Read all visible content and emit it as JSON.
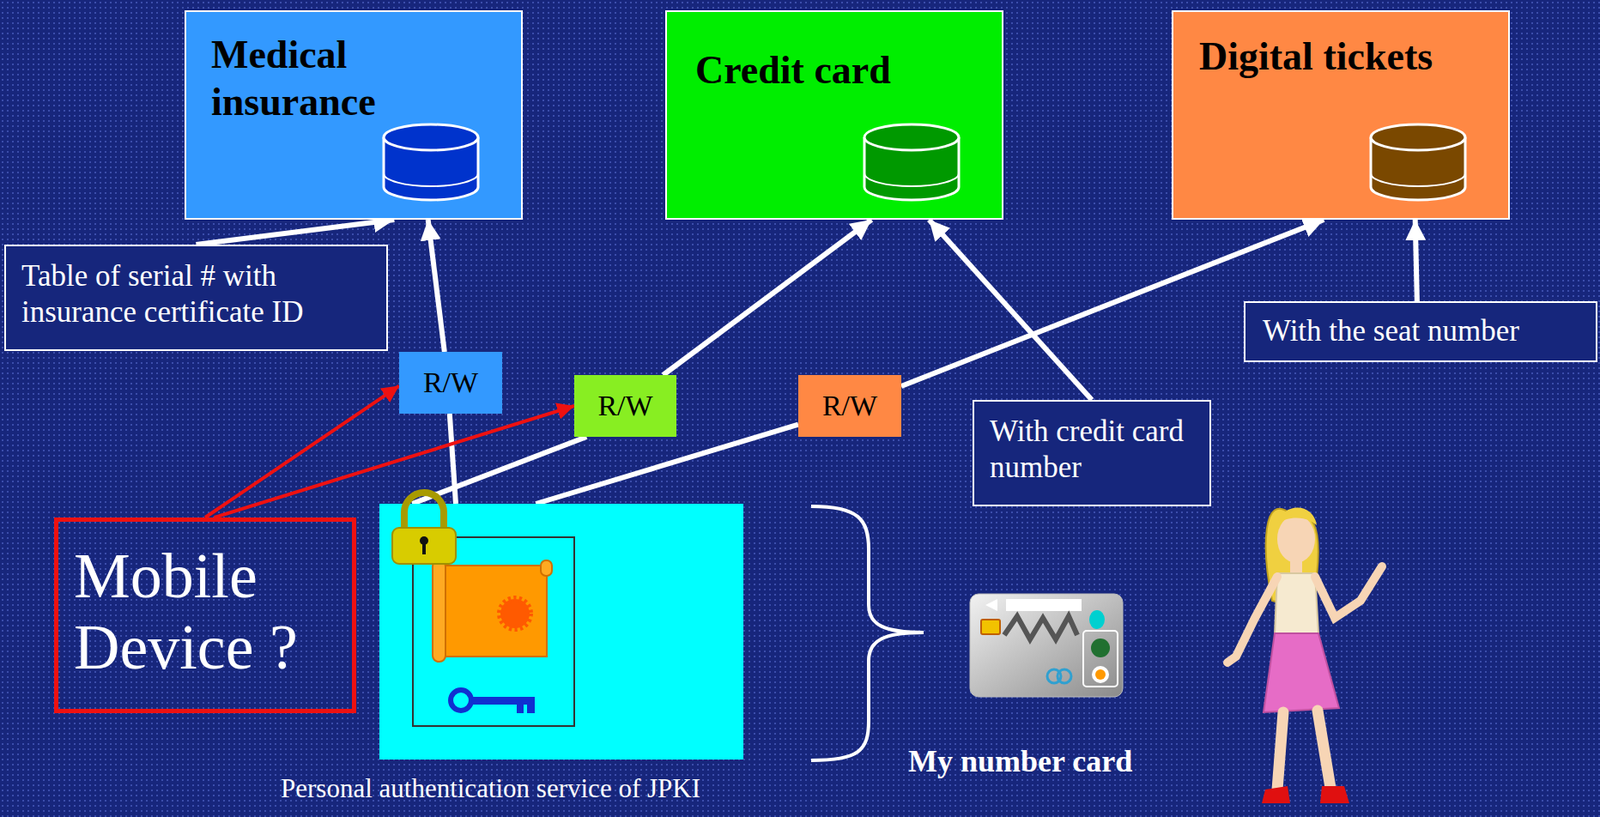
{
  "diagram": {
    "nodes": [
      {
        "text": [
          "Medical insurance"
        ]
      },
      {
        "text": [
          "Credit card"
        ]
      },
      {
        "text": [
          "Digital tickets"
        ]
      },
      {
        "text": [
          "Table of serial # with insurance certificate ID"
        ]
      },
      {
        "text": [
          "R/W"
        ]
      },
      {
        "text": [
          "R/W"
        ]
      },
      {
        "text": [
          "R/W"
        ]
      },
      {
        "text": [
          "With credit card number"
        ]
      },
      {
        "text": [
          "With the seat number"
        ]
      },
      {
        "text": [
          "Mobile Device ?"
        ]
      },
      {
        "text": [
          "Personal authentication service of JPKI"
        ]
      }
    ],
    "edges": [
      {
        "from": 10,
        "to": 4,
        "arrow": "none"
      },
      {
        "from": 4,
        "to": 0,
        "arrow": "to"
      },
      {
        "from": 10,
        "to": 5,
        "arrow": "none"
      },
      {
        "from": 5,
        "to": 1,
        "arrow": "to"
      },
      {
        "from": 10,
        "to": 6,
        "arrow": "none"
      },
      {
        "from": 6,
        "to": 2,
        "arrow": "to"
      },
      {
        "from": 9,
        "to": 4,
        "arrow": "to"
      },
      {
        "from": 9,
        "to": 5,
        "arrow": "to"
      },
      {
        "from": 3,
        "to": 0,
        "arrow": "to"
      },
      {
        "from": 7,
        "to": 1,
        "arrow": "to"
      },
      {
        "from": 8,
        "to": 2,
        "arrow": "to"
      }
    ],
    "labels": [
      "My number card"
    ]
  }
}
